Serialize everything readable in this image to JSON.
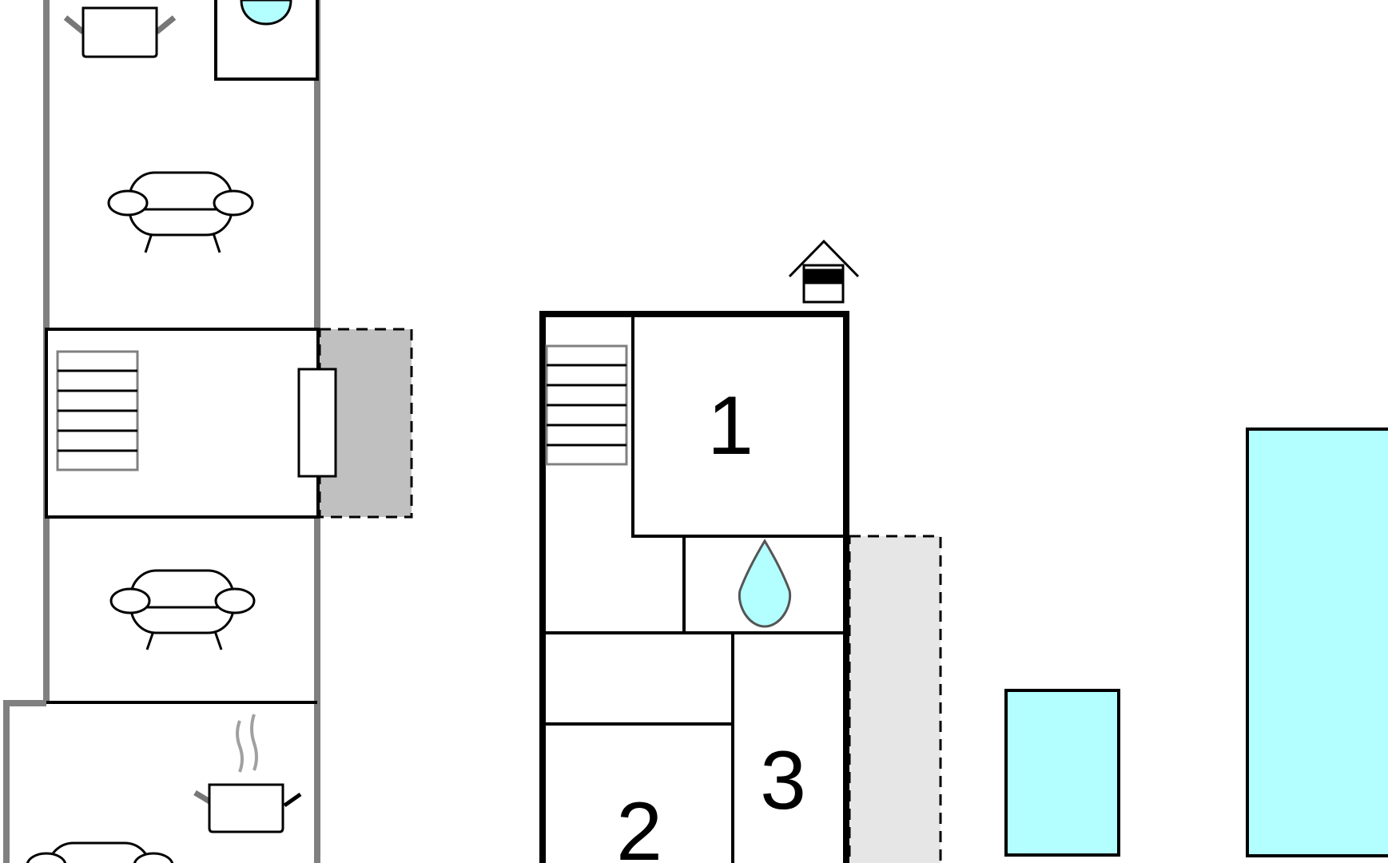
{
  "floor_plan": {
    "room_labels": [
      "1",
      "2",
      "3"
    ],
    "colors": {
      "wall": "#000000",
      "outer_wall": "#808080",
      "water": "#b3feff",
      "terrace": "#c0c0c0",
      "terrace_light": "#e6e6e6",
      "background": "#ffffff"
    },
    "icons": [
      "pot-icon",
      "bath-drop-icon",
      "sofa-icon",
      "stairs-icon",
      "door-icon",
      "well-icon"
    ]
  }
}
